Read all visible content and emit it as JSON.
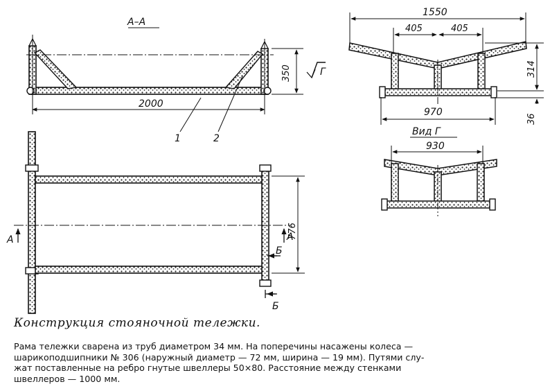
{
  "sections": {
    "section_aa_title": "А–А",
    "view_g_title": "Вид Г"
  },
  "dimensions": {
    "frame_length": "2000",
    "side_height": "350",
    "top_width": "1550",
    "inner_left": "405",
    "inner_right": "405",
    "height_314": "314",
    "bottom_width": "970",
    "offset_36": "36",
    "view_g_width": "930",
    "plan_width": "776"
  },
  "callouts": {
    "part_1": "1",
    "part_2": "2",
    "arrow_g": "Г",
    "arrow_a_left": "А",
    "arrow_a_right": "А",
    "arrow_b_top": "Б",
    "arrow_b_bottom": "Б"
  },
  "caption": "Конструкция стояночной тележки.",
  "description": [
    "Рама тележки сварена из труб диаметром 34 мм. На поперечины насажены колеса —",
    "шарикоподшипники № 306 (наружный диаметр — 72 мм, ширина — 19 мм). Путями слу-",
    "жат поставленные на ребро гнутые швеллеры 50×80. Расстояние между стенками",
    "швеллеров — 1000 мм."
  ]
}
